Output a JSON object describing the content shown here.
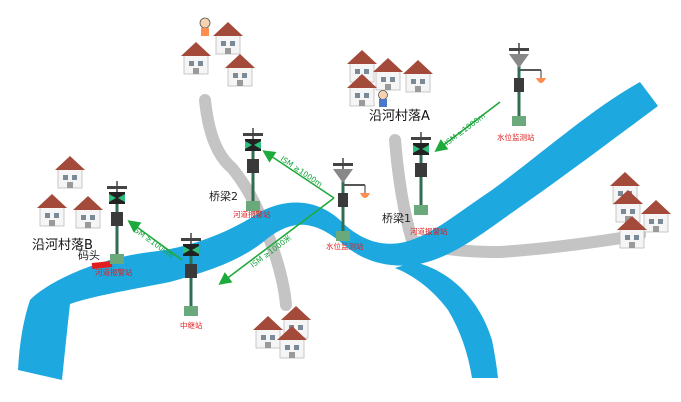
{
  "labels": {
    "village_a": "沿河村落A",
    "village_b": "沿河村落B",
    "wharf": "码头",
    "bridge_1": "桥梁1",
    "bridge_2": "桥梁2",
    "station_water_right": "水位监测站",
    "station_water_mid": "水位监测站",
    "station_alarm_right": "河道报警站",
    "station_alarm_mid": "河道报警站",
    "station_alarm_left": "河道报警站",
    "station_relay": "中继站",
    "link_right": "ISM ≥1000m",
    "link_mid": "ISM ≥1000m",
    "link_left": "ISM ≥1000m",
    "link_relay": "ISM ≥1000米"
  },
  "colors": {
    "river": "#1ea8e0",
    "road": "#c4c4c4",
    "link": "#1faa3c",
    "alarm_text": "#e21d1d",
    "tower": "#2f6e52",
    "tower_base": "#6aa97c",
    "roof": "#a34a3a",
    "house_wall": "#f5f5f5"
  },
  "icons": [
    "house-icon",
    "tower-icon",
    "solar-panel-icon",
    "siren-icon",
    "wharf-icon",
    "person-icon"
  ]
}
